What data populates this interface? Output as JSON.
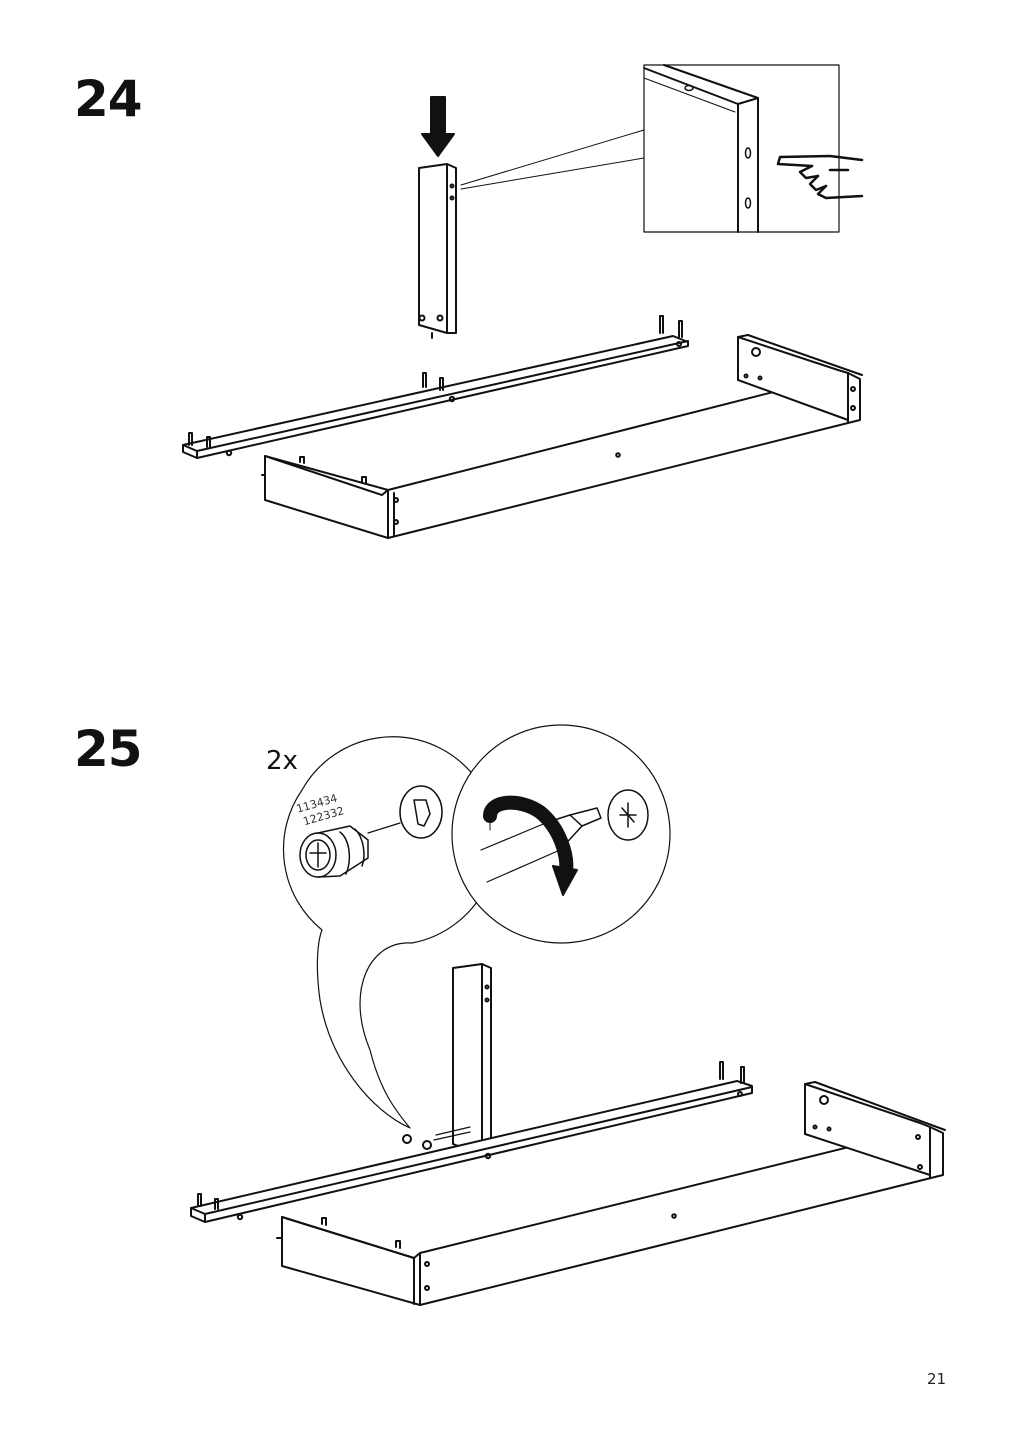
{
  "steps": [
    {
      "number": "24"
    },
    {
      "number": "25",
      "quantity": "2x",
      "part_numbers": [
        "113434",
        "122332"
      ]
    }
  ],
  "page_number": "21",
  "icons": {
    "arrow": "down-arrow-icon",
    "hand": "pointing-hand-icon",
    "rotate": "clockwise-rotation-arrow-icon",
    "cam_lock": "cam-lock-fitting-icon"
  },
  "colors": {
    "ink": "#111111",
    "paper": "#ffffff"
  }
}
